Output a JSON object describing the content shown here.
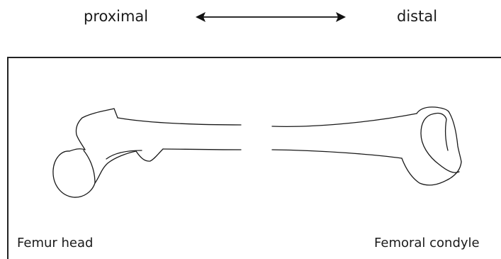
{
  "labels": {
    "proximal": "proximal",
    "distal": "distal",
    "femur_head": "Femur head",
    "femoral_condyle": "Femoral condyle"
  },
  "colors": {
    "line": "#1a1a1a",
    "background": "#ffffff"
  }
}
